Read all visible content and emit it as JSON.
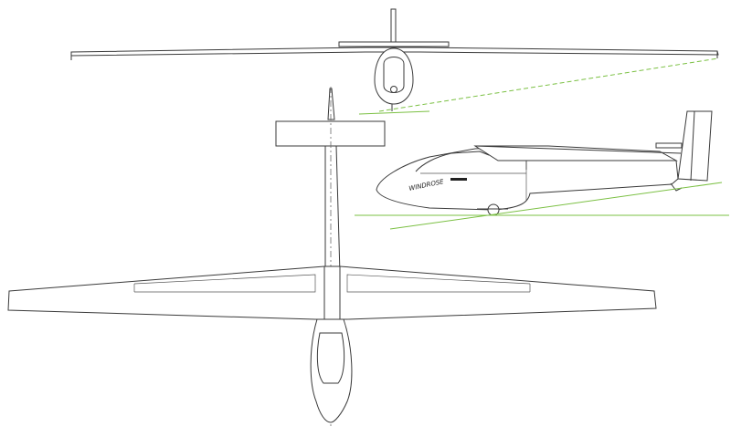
{
  "drawing": {
    "fuselage_lettering": "WINDROSE",
    "colors": {
      "line": "#3a3a3a",
      "ground_line": "#7bc043",
      "background": "#ffffff"
    },
    "views": [
      "front-view",
      "side-view",
      "top-view"
    ]
  }
}
